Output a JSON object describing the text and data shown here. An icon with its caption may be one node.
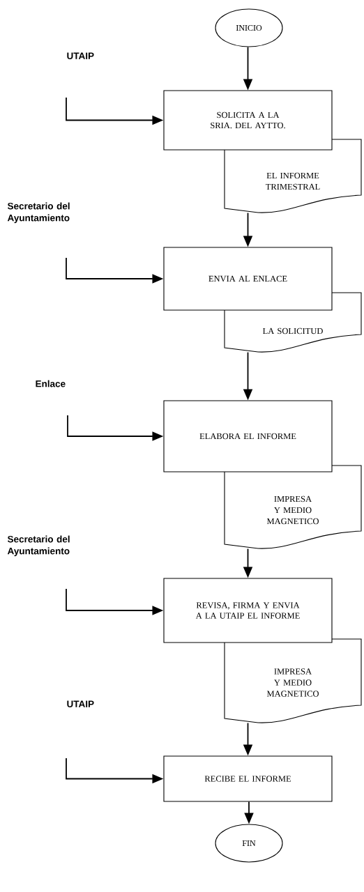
{
  "diagram": {
    "nodes": [
      {
        "text": [
          "INICIO"
        ]
      },
      {
        "text": [
          "SOLICITA A LA SRIA. DEL AYTTO."
        ]
      },
      {
        "text": [
          "EL INFORME TRIMESTRAL"
        ]
      },
      {
        "text": [
          "ENVIA AL ENLACE"
        ]
      },
      {
        "text": [
          "LA SOLICITUD"
        ]
      },
      {
        "text": [
          "ELABORA EL INFORME"
        ]
      },
      {
        "text": [
          "IMPRESA Y MEDIO MAGNETICO"
        ]
      },
      {
        "text": [
          "REVISA, FIRMA Y ENVIA A LA UTAIP EL INFORME"
        ]
      },
      {
        "text": [
          "IMPRESA Y MEDIO MAGNETICO"
        ]
      },
      {
        "text": [
          "RECIBE EL INFORME"
        ]
      },
      {
        "text": [
          "FIN"
        ]
      }
    ],
    "edges": [
      {
        "from": 0,
        "to": 1,
        "arrow": "to"
      },
      {
        "from": null,
        "to": 1,
        "arrow": "to"
      },
      {
        "from": 2,
        "to": 3,
        "arrow": "to"
      },
      {
        "from": null,
        "to": 3,
        "arrow": "to"
      },
      {
        "from": 4,
        "to": 5,
        "arrow": "to"
      },
      {
        "from": null,
        "to": 5,
        "arrow": "to"
      },
      {
        "from": 6,
        "to": 7,
        "arrow": "to"
      },
      {
        "from": null,
        "to": 7,
        "arrow": "to"
      },
      {
        "from": 8,
        "to": 9,
        "arrow": "to"
      },
      {
        "from": null,
        "to": 9,
        "arrow": "to"
      },
      {
        "from": 9,
        "to": 10,
        "arrow": "to"
      }
    ],
    "labels": [
      "UTAIP",
      "Secretario del Ayuntamiento",
      "Enlace",
      "Secretario del Ayuntamiento",
      "UTAIP"
    ]
  }
}
